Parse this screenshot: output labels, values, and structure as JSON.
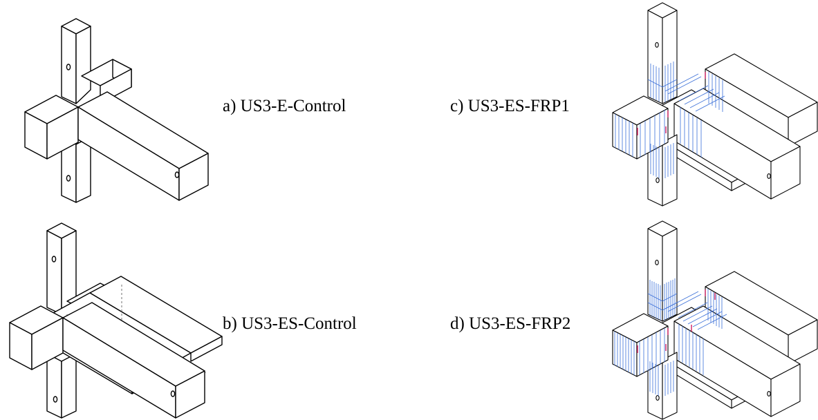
{
  "figures": [
    {
      "id": "a",
      "caption": "a) US3-E-Control"
    },
    {
      "id": "b",
      "caption": "b) US3-ES-Control"
    },
    {
      "id": "c",
      "caption": "c) US3-ES-FRP1"
    },
    {
      "id": "d",
      "caption": "d) US3-ES-FRP2"
    }
  ],
  "colors": {
    "line": "#000000",
    "hidden_edge": "#888888",
    "frp_wrap": "#3a6fd8",
    "anchor": "#d02060"
  }
}
